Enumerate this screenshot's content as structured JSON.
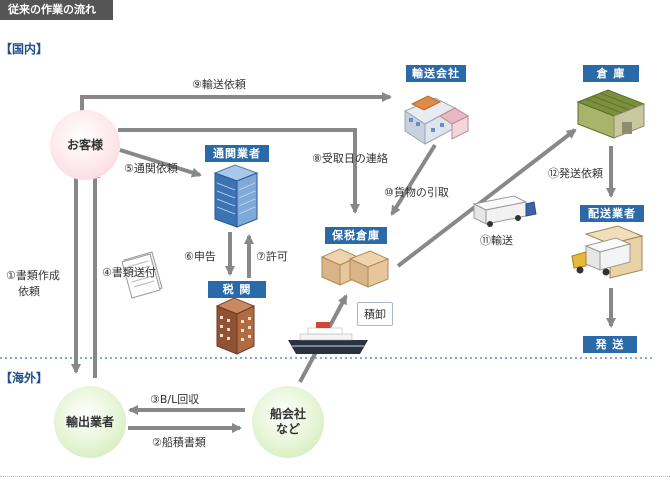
{
  "header": {
    "title": "従来の作業の流れ"
  },
  "regions": {
    "domestic": "【国内】",
    "overseas": "【海外】"
  },
  "nodes": {
    "customer": "お客様",
    "exporter": "輸出業者",
    "shipping_company_line1": "船会社",
    "shipping_company_line2": "など"
  },
  "tags": {
    "transport_company": "輸送会社",
    "warehouse": "倉 庫",
    "customs_broker": "通関業者",
    "bonded_warehouse": "保税倉庫",
    "delivery_company": "配送業者",
    "customs": "税 関",
    "shipping": "発 送"
  },
  "steps": {
    "s1_line1": "①書類作成",
    "s1_line2": "依頼",
    "s2": "②船積書類",
    "s3": "③B/L回収",
    "s4": "④書類送付",
    "s5": "⑤通関依頼",
    "s6": "⑥申告",
    "s7": "⑦許可",
    "s8": "⑧受取日の連絡",
    "s9": "⑨輸送依頼",
    "s10": "⑩貨物の引取",
    "s11": "⑪輸送",
    "s12": "⑫発送依頼"
  },
  "callout": {
    "unloading": "積卸"
  },
  "colors": {
    "arrow": "#888888",
    "tag_bg": "#2b6aa8",
    "region_text": "#1f4e8c",
    "divider": "#5b8fc7",
    "header_bg": "#555555"
  }
}
